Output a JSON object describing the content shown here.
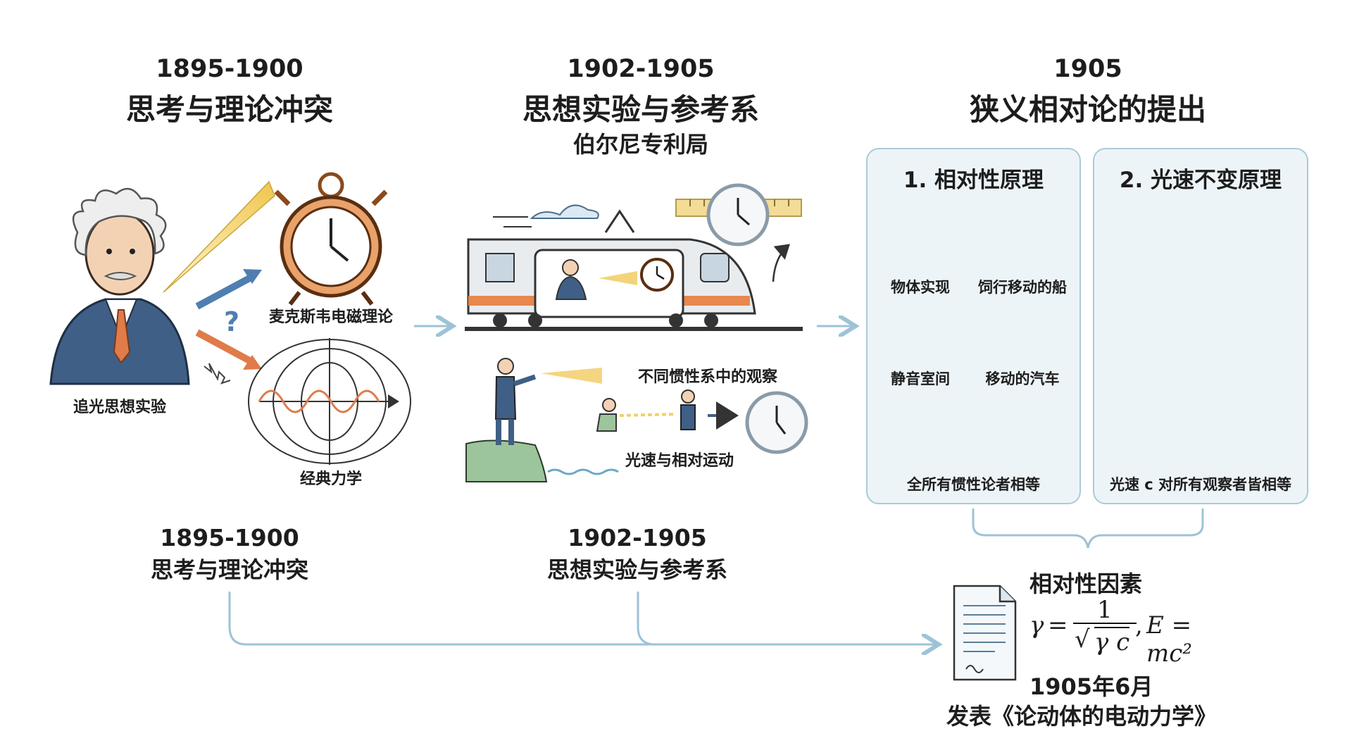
{
  "stage1": {
    "year": "1895-1900",
    "title": "思考与理论冲突",
    "labels": {
      "chase_light": "追光思想实验",
      "maxwell": "麦克斯韦电磁理论",
      "classical": "经典力学"
    }
  },
  "stage2": {
    "year": "1902-1905",
    "title": "思想实验与参考系",
    "subtitle": "伯尔尼专利局",
    "labels": {
      "inertial": "不同惯性系中的观察",
      "light_speed_motion": "光速与相对运动"
    }
  },
  "stage3": {
    "year": "1905",
    "title": "狭义相对论的提出",
    "panel1": {
      "title": "1. 相对性原理",
      "items": [
        "物体实现",
        "饲行移动的船",
        "静音室间",
        "移动的汽车"
      ],
      "footer": "全所有惯性论者相等"
    },
    "panel2": {
      "title": "2. 光速不变原理",
      "c": "c",
      "footer": "光速 c 对所有观察者皆相等"
    }
  },
  "bottom": {
    "left_year": "1895-1900",
    "left_title": "思考与理论冲突",
    "mid_year": "1902-1905",
    "mid_title": "思想实验与参考系"
  },
  "result": {
    "factor_label": "相对性因素",
    "formula": {
      "gamma": "γ",
      "eq": "=",
      "num": "1",
      "den": "γ c",
      "sep": ",",
      "energy": "E = mc²"
    },
    "date": "1905年6月",
    "paper": "发表《论动体的电动力学》"
  },
  "colors": {
    "arrow": "#9ec3d6",
    "panel_border": "#a9cad9",
    "panel_bg": "#edf4f8",
    "orange": "#e07b4a",
    "blue_suit": "#3f5f86",
    "yellow": "#f2cf6a",
    "train_stripe": "#e8874e"
  }
}
